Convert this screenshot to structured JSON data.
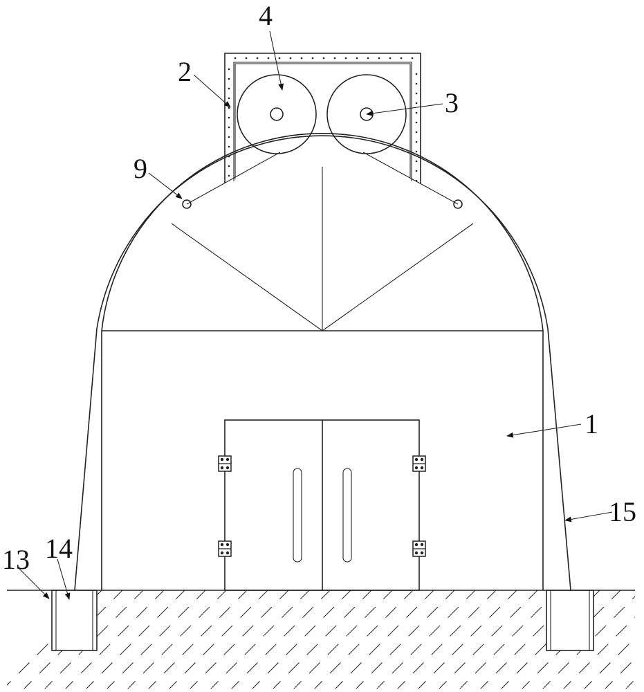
{
  "labels": {
    "housing": "1",
    "cover_box": "2",
    "shaft": "3",
    "roller": "4",
    "roller_guide": "9",
    "left_foundation": "13",
    "socket": "14",
    "support_leg": "15"
  }
}
